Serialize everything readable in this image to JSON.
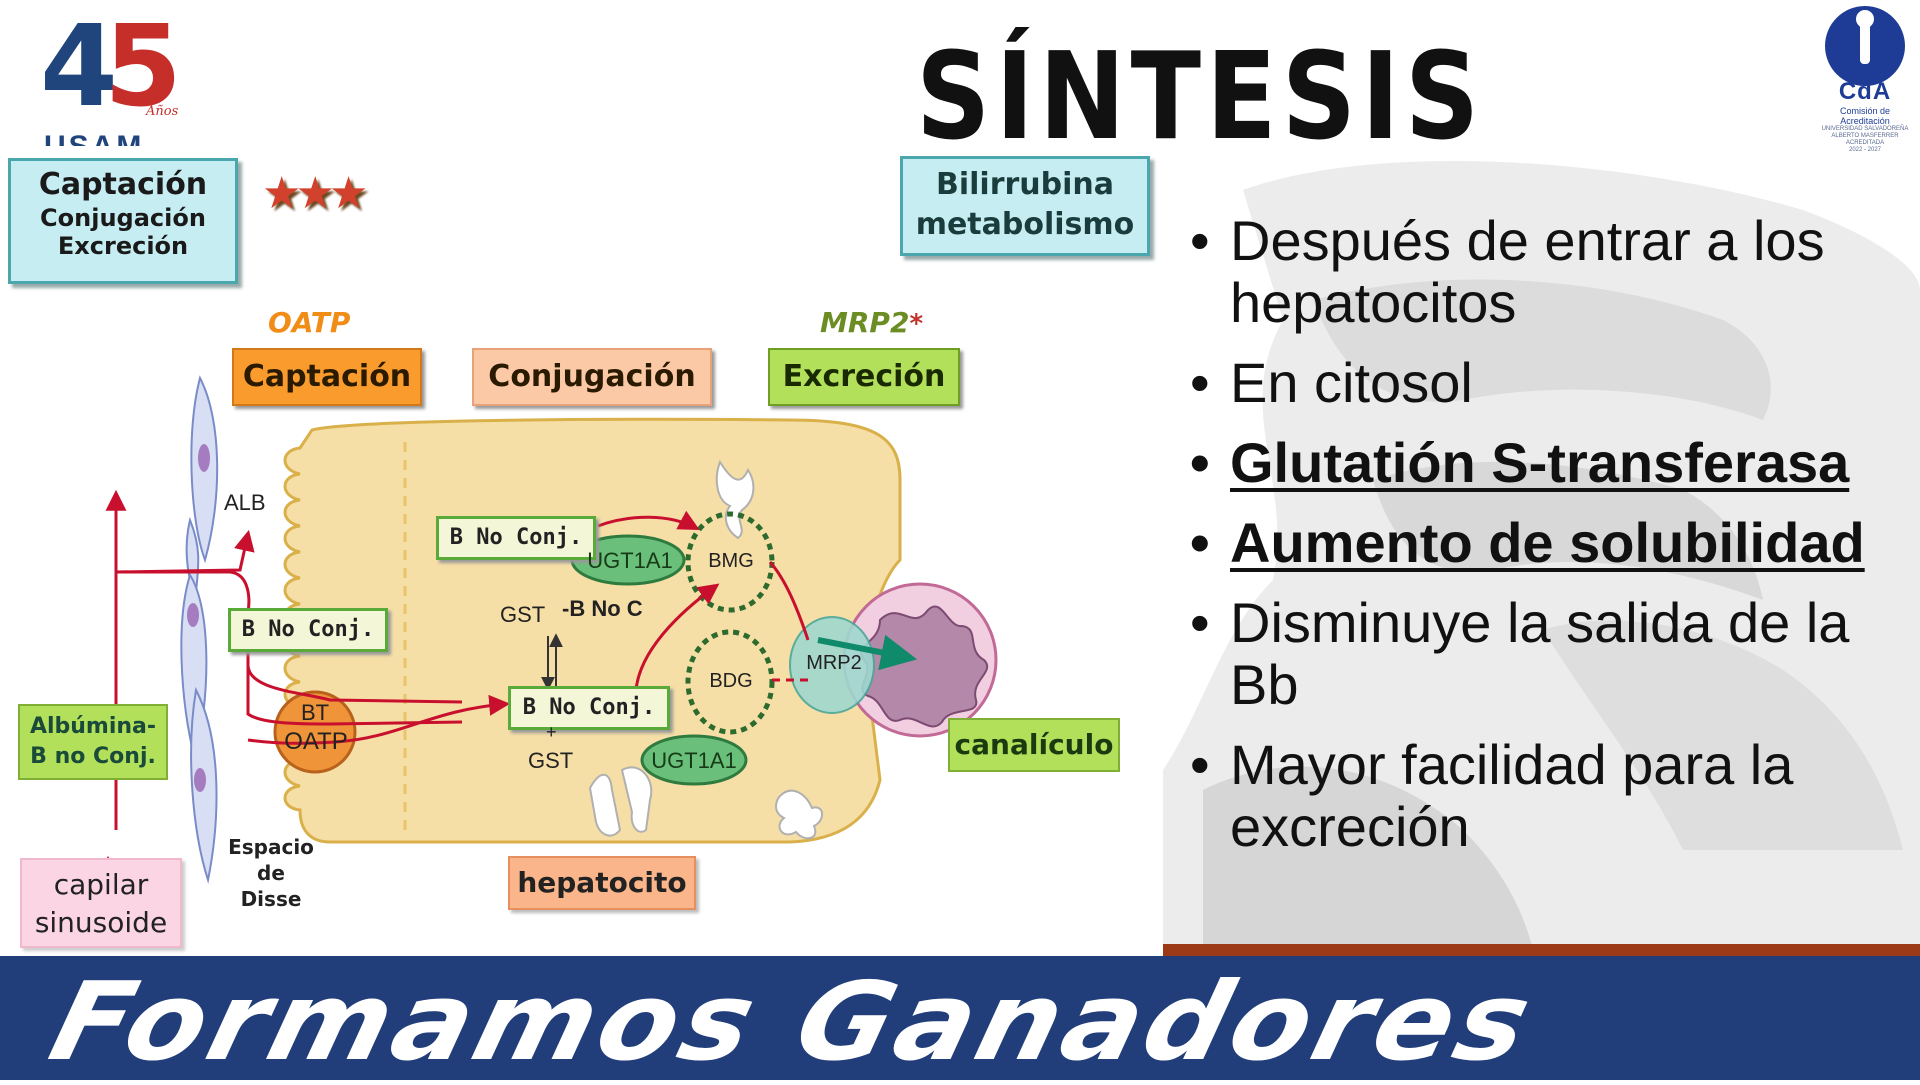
{
  "header": {
    "logo_left": {
      "number": "45",
      "years": "Años",
      "acronym": "USAM"
    },
    "logo_right": {
      "acronym": "CdA",
      "line1": "Comisión de",
      "line2": "Acreditación",
      "fine1": "UNIVERSIDAD SALVADOREÑA",
      "fine2": "ALBERTO MASFERRER",
      "fine3": "ACREDITADA",
      "fine4": "2022 - 2027"
    },
    "title": "SÍNTESIS"
  },
  "left_panel": {
    "steps_box": [
      "Captación",
      "Conjugación",
      "Excreción"
    ],
    "stars": "★★★",
    "topic_box": [
      "Bilirrubina",
      "metabolismo"
    ]
  },
  "diagram": {
    "transporter_in": "OATP",
    "transporter_out": "MRP2",
    "transporter_out_mark": "*",
    "phase_headers": [
      "Captación",
      "Conjugación",
      "Excreción"
    ],
    "labels": {
      "alb": "ALB",
      "b_no_conj_left": "B No Conj.",
      "b_no_conj_top": "B No Conj.",
      "b_no_conj_bottom": "B No Conj.",
      "bt": "BT",
      "oatp": "OATP",
      "gst_top": "GST",
      "b_no_c": "-B No C",
      "gst_bottom": "GST",
      "plus": "+",
      "ugt_top": "UGT1A1",
      "ugt_bottom": "UGT1A1",
      "bmg": "BMG",
      "bdg": "BDG",
      "mrp2": "MRP2"
    },
    "albumina": [
      "Albúmina-",
      "B no Conj."
    ],
    "canaliculo": "canalículo",
    "capilar": [
      "capilar",
      "sinusoide"
    ],
    "espacio": [
      "Espacio",
      "de",
      "Disse"
    ],
    "hepatocito": "hepatocito"
  },
  "bullets": [
    {
      "text": "Después de entrar a los hepatocitos",
      "emphasis": false
    },
    {
      "text": "En citosol",
      "emphasis": false
    },
    {
      "text": "Glutatión S-transferasa",
      "emphasis": true
    },
    {
      "text": "Aumento de solubilidad",
      "emphasis": true
    },
    {
      "text": "Disminuye la salida de la Bb",
      "emphasis": false
    },
    {
      "text": "Mayor facilidad para la excreción",
      "emphasis": false
    }
  ],
  "footer": {
    "slogan": "Formamos Ganadores"
  },
  "colors": {
    "navy": "#213e7a",
    "brick": "#9c3a17",
    "arrow_red": "#c8102e",
    "cell_fill": "#f6dfa6",
    "cell_border": "#d9b04a"
  }
}
